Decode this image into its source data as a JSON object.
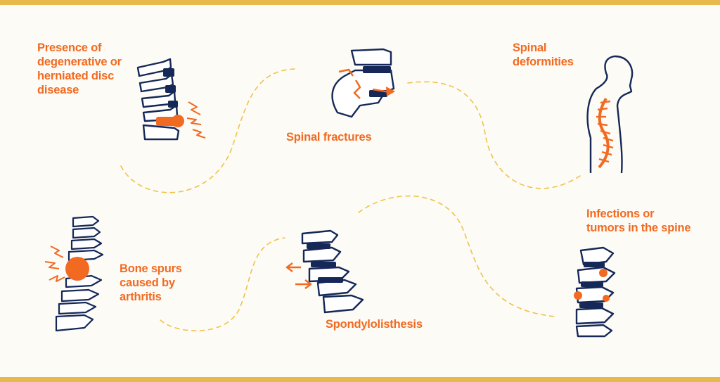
{
  "colors": {
    "accent": "#f26a21",
    "navy": "#152858",
    "band": "#e8b84c",
    "path": "#f0c24a",
    "background": "#fdfbf6"
  },
  "conditions": [
    {
      "id": "disc",
      "lines": [
        "Presence of",
        "degenerative or",
        "herniated disc",
        "disease"
      ],
      "icon": "herniated-disc-spine-icon"
    },
    {
      "id": "fractures",
      "lines": [
        "Spinal fractures"
      ],
      "icon": "fractured-vertebra-icon"
    },
    {
      "id": "deformities",
      "lines": [
        "Spinal",
        "deformities"
      ],
      "icon": "scoliosis-body-icon"
    },
    {
      "id": "spurs",
      "lines": [
        "Bone spurs",
        "caused by",
        "arthritis"
      ],
      "icon": "bone-spur-spine-icon"
    },
    {
      "id": "spondylo",
      "lines": [
        "Spondylolisthesis"
      ],
      "icon": "slipped-vertebra-icon"
    },
    {
      "id": "infections",
      "lines": [
        "Infections or",
        "tumors in the spine"
      ],
      "icon": "infected-spine-icon"
    }
  ]
}
